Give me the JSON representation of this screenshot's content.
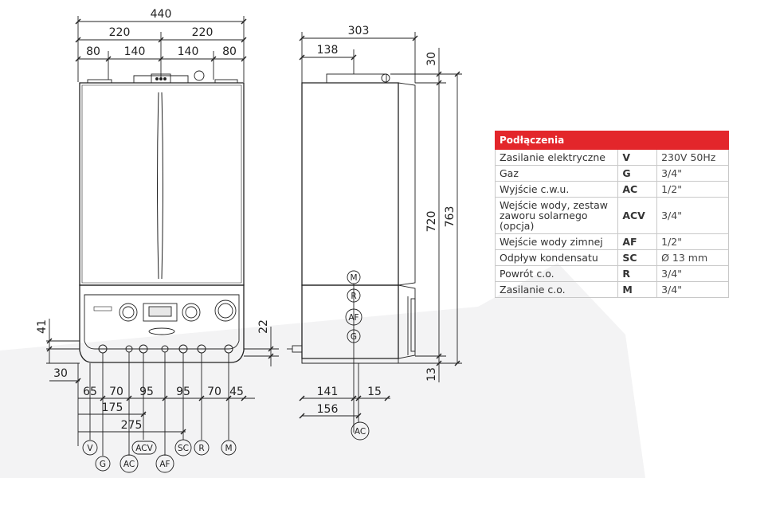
{
  "colors": {
    "accent": "#e3262b",
    "line": "#222222",
    "background_shape": "#f3f3f4"
  },
  "front_view": {
    "dims": {
      "total_width": "440",
      "half_left": "220",
      "half_right": "220",
      "top_80_left": "80",
      "top_140_left": "140",
      "top_140_right": "140",
      "top_80_right": "80",
      "side_41": "41",
      "side_22": "22",
      "bottom_30": "30",
      "bottom_65": "65",
      "bottom_70a": "70",
      "bottom_95a": "95",
      "bottom_95b": "95",
      "bottom_70b": "70",
      "bottom_45": "45",
      "bottom_175": "175",
      "bottom_275": "275"
    },
    "connectors": {
      "v": "V",
      "g": "G",
      "ac": "AC",
      "acv": "ACV",
      "af": "AF",
      "sc": "SC",
      "r": "R",
      "m": "M"
    }
  },
  "side_view": {
    "dims": {
      "depth": "303",
      "top_138": "138",
      "top_30": "30",
      "height_720": "720",
      "height_763": "763",
      "bottom_13": "13",
      "bottom_141": "141",
      "bottom_15": "15",
      "bottom_156": "156"
    },
    "connectors": {
      "m": "M",
      "r": "R",
      "af": "AF",
      "g": "G",
      "ac": "AC"
    }
  },
  "table": {
    "header": "Podłączenia",
    "rows": [
      {
        "name": "Zasilanie elektryczne",
        "code": "V",
        "value": "230V 50Hz"
      },
      {
        "name": "Gaz",
        "code": "G",
        "value": "3/4\""
      },
      {
        "name": "Wyjście c.w.u.",
        "code": "AC",
        "value": "1/2\""
      },
      {
        "name": "Wejście wody, zestaw zaworu solarnego (opcja)",
        "code": "ACV",
        "value": "3/4\""
      },
      {
        "name": "Wejście wody zimnej",
        "code": "AF",
        "value": "1/2\""
      },
      {
        "name": "Odpływ kondensatu",
        "code": "SC",
        "value": "Ø 13 mm"
      },
      {
        "name": "Powrót c.o.",
        "code": "R",
        "value": "3/4\""
      },
      {
        "name": "Zasilanie c.o.",
        "code": "M",
        "value": "3/4\""
      }
    ]
  }
}
